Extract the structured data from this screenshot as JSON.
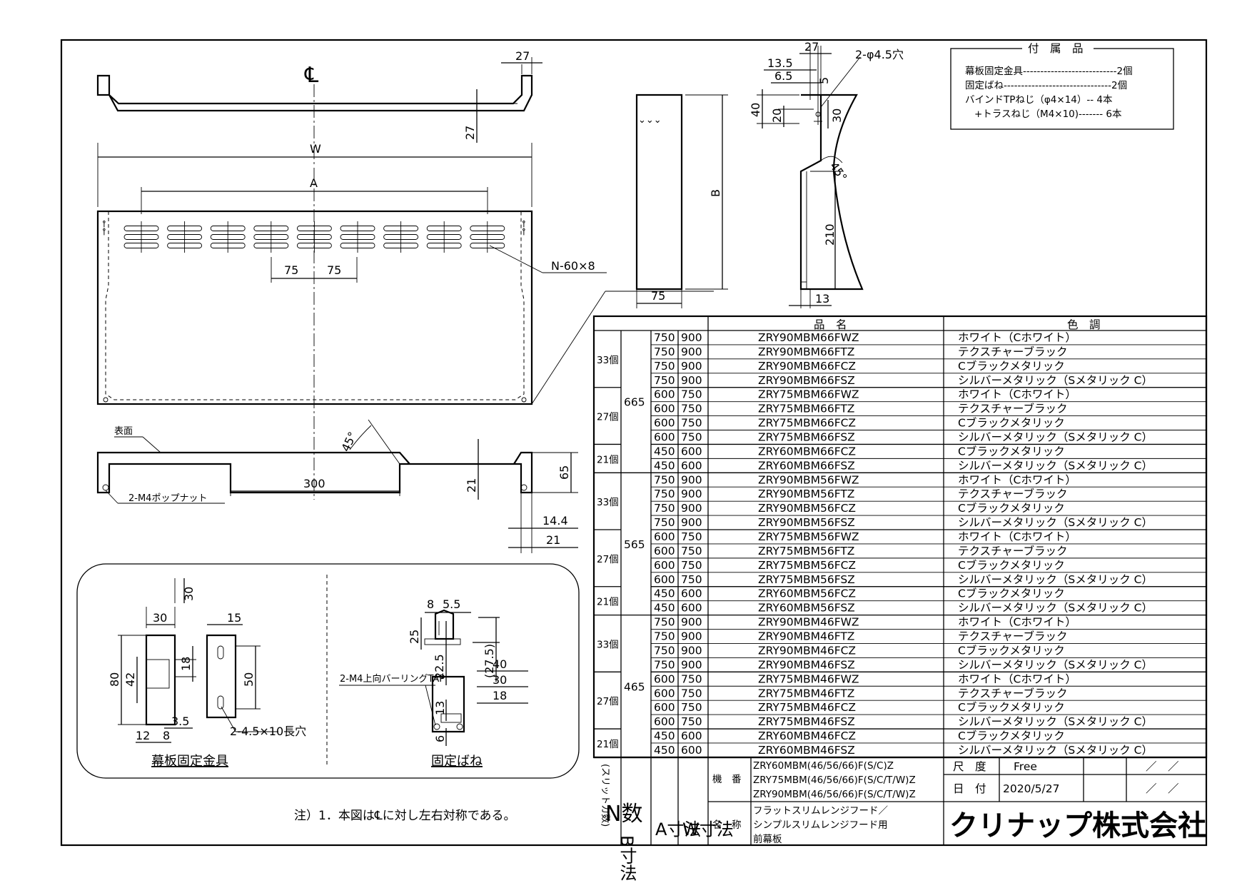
{
  "accessories": {
    "title": "付　属　品",
    "items": [
      "幕板固定金具---------------------------2個",
      "固定ばね-------------------------------2個",
      "バインドTPねじ（φ4×14）-- 4本",
      "+トラスねじ（M4×10)------- 6本"
    ]
  },
  "dims": {
    "w": "W",
    "a": "A",
    "b": "B",
    "d27a": "27",
    "d27b": "27",
    "d27c": "27",
    "d75a": "75",
    "d75b": "75",
    "d75c": "75",
    "n_slot": "N-60×8",
    "hole": "2-φ4.5穴",
    "d13_5": "13.5",
    "d6_5": "6.5",
    "d5": "5",
    "d40": "40",
    "d20": "20",
    "d30": "30",
    "d45": "45°",
    "d45b": "45°",
    "d210": "210",
    "d13": "13",
    "face": "表面",
    "d300": "300",
    "d21a": "21",
    "d65": "65",
    "d14_4": "14.4",
    "d21b": "21",
    "nut": "2-M4ポップナット"
  },
  "detail": {
    "b30a": "30",
    "b30b": "30",
    "b15": "15",
    "b80": "80",
    "b42": "42",
    "b18": "18",
    "b50": "50",
    "b3_5": "3.5",
    "b12": "12",
    "b8": "8",
    "slot": "2-4.5×10長穴",
    "bracket_label": "幕板固定金具",
    "s8": "8",
    "s5_5": "5.5",
    "s25": "25",
    "s22_5": "22.5",
    "s40": "40",
    "s27_5": "(27.5)",
    "s30": "30",
    "s18": "18",
    "s13": "13",
    "s6": "6",
    "tap": "2-M4上向バーリングTAP",
    "spring_label": "固定ばね"
  },
  "table": {
    "head_name": "品　名",
    "head_color": "色　調",
    "groups": [
      {
        "count": "33個",
        "rows": 4
      },
      {
        "count": "27個",
        "rows": 4
      },
      {
        "count": "21個",
        "rows": 2
      },
      {
        "count": "33個",
        "rows": 4
      },
      {
        "count": "27個",
        "rows": 4
      },
      {
        "count": "21個",
        "rows": 2
      },
      {
        "count": "33個",
        "rows": 4
      },
      {
        "count": "27個",
        "rows": 4
      },
      {
        "count": "21個",
        "rows": 2
      }
    ],
    "b_values": [
      {
        "value": "665",
        "rows": 10
      },
      {
        "value": "565",
        "rows": 10
      },
      {
        "value": "465",
        "rows": 10
      }
    ],
    "rows": [
      {
        "a": "750",
        "w": "900",
        "name": "ZRY90MBM66FWZ",
        "color": "ホワイト（Cホワイト）"
      },
      {
        "a": "750",
        "w": "900",
        "name": "ZRY90MBM66FTZ",
        "color": "テクスチャーブラック"
      },
      {
        "a": "750",
        "w": "900",
        "name": "ZRY90MBM66FCZ",
        "color": "Cブラックメタリック"
      },
      {
        "a": "750",
        "w": "900",
        "name": "ZRY90MBM66FSZ",
        "color": "シルバーメタリック（Sメタリック C）"
      },
      {
        "a": "600",
        "w": "750",
        "name": "ZRY75MBM66FWZ",
        "color": "ホワイト（Cホワイト）"
      },
      {
        "a": "600",
        "w": "750",
        "name": "ZRY75MBM66FTZ",
        "color": "テクスチャーブラック"
      },
      {
        "a": "600",
        "w": "750",
        "name": "ZRY75MBM66FCZ",
        "color": "Cブラックメタリック"
      },
      {
        "a": "600",
        "w": "750",
        "name": "ZRY75MBM66FSZ",
        "color": "シルバーメタリック（Sメタリック C）"
      },
      {
        "a": "450",
        "w": "600",
        "name": "ZRY60MBM66FCZ",
        "color": "Cブラックメタリック"
      },
      {
        "a": "450",
        "w": "600",
        "name": "ZRY60MBM66FSZ",
        "color": "シルバーメタリック（Sメタリック C）"
      },
      {
        "a": "750",
        "w": "900",
        "name": "ZRY90MBM56FWZ",
        "color": "ホワイト（Cホワイト）"
      },
      {
        "a": "750",
        "w": "900",
        "name": "ZRY90MBM56FTZ",
        "color": "テクスチャーブラック"
      },
      {
        "a": "750",
        "w": "900",
        "name": "ZRY90MBM56FCZ",
        "color": "Cブラックメタリック"
      },
      {
        "a": "750",
        "w": "900",
        "name": "ZRY90MBM56FSZ",
        "color": "シルバーメタリック（Sメタリック C）"
      },
      {
        "a": "600",
        "w": "750",
        "name": "ZRY75MBM56FWZ",
        "color": "ホワイト（Cホワイト）"
      },
      {
        "a": "600",
        "w": "750",
        "name": "ZRY75MBM56FTZ",
        "color": "テクスチャーブラック"
      },
      {
        "a": "600",
        "w": "750",
        "name": "ZRY75MBM56FCZ",
        "color": "Cブラックメタリック"
      },
      {
        "a": "600",
        "w": "750",
        "name": "ZRY75MBM56FSZ",
        "color": "シルバーメタリック（Sメタリック C）"
      },
      {
        "a": "450",
        "w": "600",
        "name": "ZRY60MBM56FCZ",
        "color": "Cブラックメタリック"
      },
      {
        "a": "450",
        "w": "600",
        "name": "ZRY60MBM56FSZ",
        "color": "シルバーメタリック（Sメタリック C）"
      },
      {
        "a": "750",
        "w": "900",
        "name": "ZRY90MBM46FWZ",
        "color": "ホワイト（Cホワイト）"
      },
      {
        "a": "750",
        "w": "900",
        "name": "ZRY90MBM46FTZ",
        "color": "テクスチャーブラック"
      },
      {
        "a": "750",
        "w": "900",
        "name": "ZRY90MBM46FCZ",
        "color": "Cブラックメタリック"
      },
      {
        "a": "750",
        "w": "900",
        "name": "ZRY90MBM46FSZ",
        "color": "シルバーメタリック（Sメタリック C）"
      },
      {
        "a": "600",
        "w": "750",
        "name": "ZRY75MBM46FWZ",
        "color": "ホワイト（Cホワイト）"
      },
      {
        "a": "600",
        "w": "750",
        "name": "ZRY75MBM46FTZ",
        "color": "テクスチャーブラック"
      },
      {
        "a": "600",
        "w": "750",
        "name": "ZRY75MBM46FCZ",
        "color": "Cブラックメタリック"
      },
      {
        "a": "600",
        "w": "750",
        "name": "ZRY75MBM46FSZ",
        "color": "シルバーメタリック（Sメタリック C）"
      },
      {
        "a": "450",
        "w": "600",
        "name": "ZRY60MBM46FCZ",
        "color": "Cブラックメタリック"
      },
      {
        "a": "450",
        "w": "600",
        "name": "ZRY60MBM46FSZ",
        "color": "シルバーメタリック（Sメタリック C）"
      }
    ],
    "footer": {
      "n_label": "N数",
      "n_sub": "(スリットカ数)",
      "b_label": "B寸法",
      "a_label": "A寸法",
      "w_label": "W寸法",
      "kiban": "機　番",
      "kiban_values": [
        "ZRY60MBM(46/56/66)F(S/C)Z",
        "ZRY75MBM(46/56/66)F(S/C/T/W)Z",
        "ZRY90MBM(46/56/66)F(S/C/T/W)Z"
      ],
      "meisho": "名　称",
      "meisho_values": [
        "フラットスリムレンジフード／",
        "シンプルスリムレンジフード用",
        "前幕板"
      ],
      "scale_label": "尺　度",
      "scale_value": "Free",
      "date_label": "日　付",
      "date_value": "2020/5/27",
      "slash1": "／　／",
      "slash2": "／　／",
      "company": "クリナップ株式会社"
    }
  },
  "note": "注）1．本図は℄に対し左右対称である。"
}
